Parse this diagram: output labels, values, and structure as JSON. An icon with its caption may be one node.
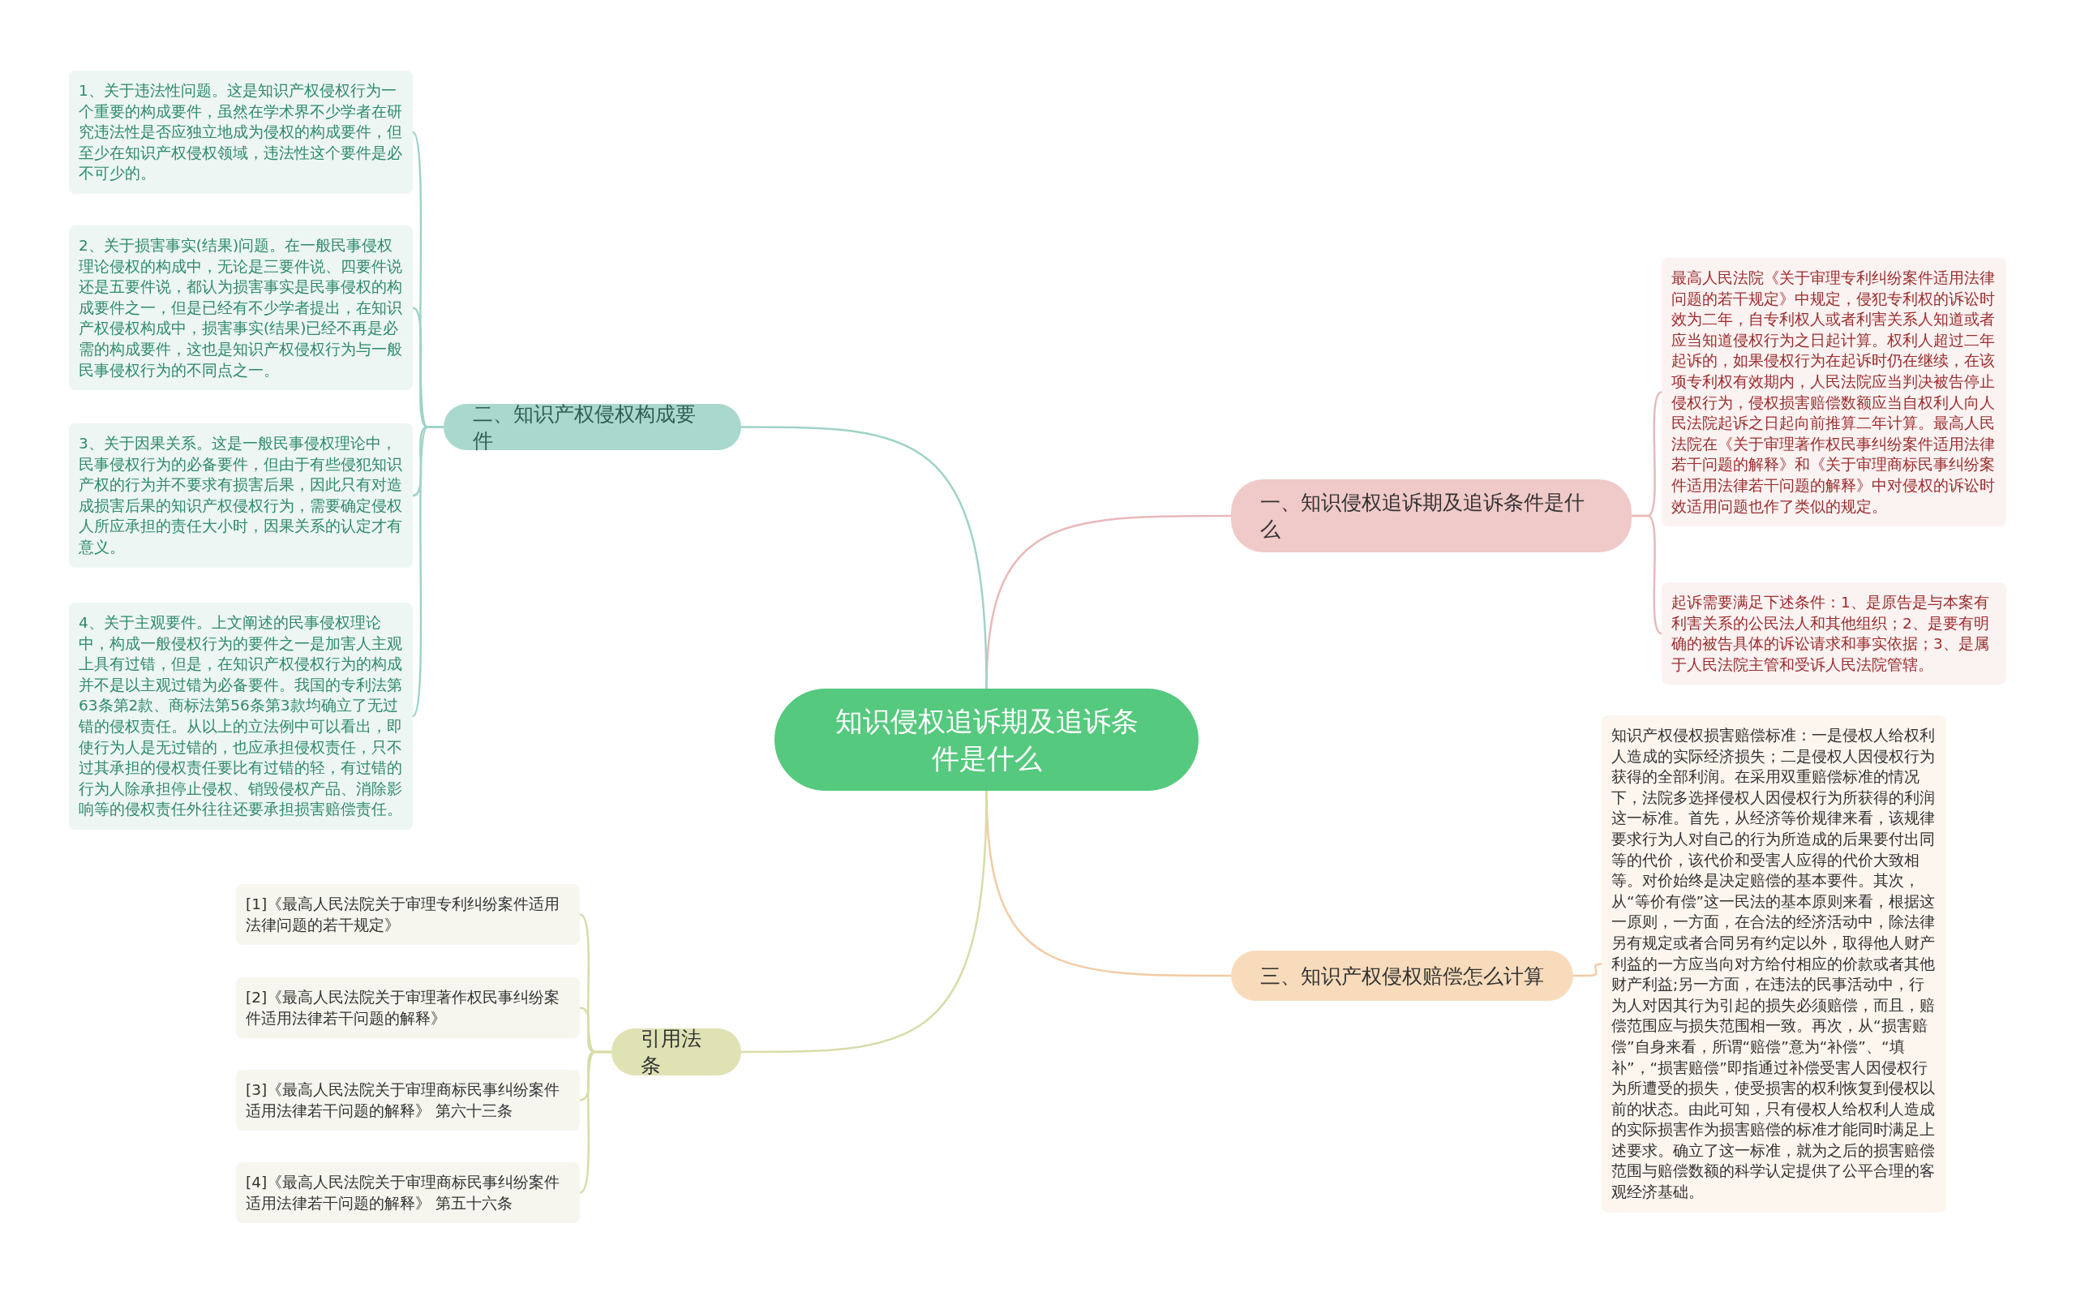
{
  "diagram": {
    "nodes": [
      {
        "text": [
          "知识侵权追诉期及追诉条件是什么"
        ]
      },
      {
        "text": [
          "一、知识侵权追诉期及追诉条件是什么"
        ]
      },
      {
        "text": [
          "最高人民法院《关于审理专利纠纷案件适用法律问题的若干规定》中规定，侵犯专利权的诉讼时效为二年，自专利权人或者利害关系人知道或者应当知道侵权行为之日起计算。权利人超过二年起诉的，如果侵权行为在起诉时仍在继续，在该项专利权有效期内，人民法院应当判决被告停止侵权行为，侵权损害赔偿数额应当自权利人向人民法院起诉之日起向前推算二年计算。最高人民法院在《关于审理著作权民事纠纷案件适用法律若干问题的解释》和《关于审理商标民事纠纷案件适用法律若干问题的解释》中对侵权的诉讼时效适用问题也作了类似的规定。"
        ]
      },
      {
        "text": [
          "起诉需要满足下述条件：1、是原告是与本案有利害关系的公民法人和其他组织；2、是要有明确的被告具体的诉讼请求和事实依据；3、是属于人民法院主管和受诉人民法院管辖。"
        ]
      },
      {
        "text": [
          "二、知识产权侵权构成要件"
        ]
      },
      {
        "text": [
          "1、关于违法性问题。这是知识产权侵权行为一个重要的构成要件，虽然在学术界不少学者在研究违法性是否应独立地成为侵权的构成要件，但至少在知识产权侵权领域，违法性这个要件是必不可少的。"
        ]
      },
      {
        "text": [
          "2、关于损害事实(结果)问题。在一般民事侵权理论侵权的构成中，无论是三要件说、四要件说还是五要件说，都认为损害事实是民事侵权的构成要件之一，但是已经有不少学者提出，在知识产权侵权构成中，损害事实(结果)已经不再是必需的构成要件，这也是知识产权侵权行为与一般民事侵权行为的不同点之一。"
        ]
      },
      {
        "text": [
          "3、关于因果关系。这是一般民事侵权理论中，民事侵权行为的必备要件，但由于有些侵犯知识产权的行为并不要求有损害后果，因此只有对造成损害后果的知识产权侵权行为，需要确定侵权人所应承担的责任大小时，因果关系的认定才有意义。"
        ]
      },
      {
        "text": [
          "4、关于主观要件。上文阐述的民事侵权理论中，构成一般侵权行为的要件之一是加害人主观上具有过错，但是，在知识产权侵权行为的构成并不是以主观过错为必备要件。我国的专利法第63条第2款、商标法第56条第3款均确立了无过错的侵权责任。从以上的立法例中可以看出，即使行为人是无过错的，也应承担侵权责任，只不过其承担的侵权责任要比有过错的轻，有过错的行为人除承担停止侵权、销毁侵权产品、消除影响等的侵权责任外往往还要承担损害赔偿责任。"
        ]
      },
      {
        "text": [
          "三、知识产权侵权赔偿怎么计算"
        ]
      },
      {
        "text": [
          "知识产权侵权损害赔偿标准：一是侵权人给权利人造成的实际经济损失；二是侵权人因侵权行为获得的全部利润。在采用双重赔偿标准的情况下，法院多选择侵权人因侵权行为所获得的利润这一标准。首先，从经济等价规律来看，该规律要求行为人对自己的行为所造成的后果要付出同等的代价，该代价和受害人应得的代价大致相等。对价始终是决定赔偿的基本要件。其次，从“等价有偿”这一民法的基本原则来看，根据这一原则，一方面，在合法的经济活动中，除法律另有规定或者合同另有约定以外，取得他人财产利益的一方应当向对方给付相应的价款或者其他财产利益;另一方面，在违法的民事活动中，行为人对因其行为引起的损失必须赔偿，而且，赔偿范围应与损失范围相一致。再次，从“损害赔偿”自身来看，所谓“赔偿”意为“补偿”、“填补”，“损害赔偿”即指通过补偿受害人因侵权行为所遭受的损失，使受损害的权利恢复到侵权以前的状态。由此可知，只有侵权人给权利人造成的实际损害作为损害赔偿的标准才能同时满足上述要求。确立了这一标准，就为之后的损害赔偿范围与赔偿数额的科学认定提供了公平合理的客观经济基础。"
        ]
      },
      {
        "text": [
          "引用法条"
        ]
      },
      {
        "text": [
          "[1]《最高人民法院关于审理专利纠纷案件适用法律问题的若干规定》"
        ]
      },
      {
        "text": [
          "[2]《最高人民法院关于审理著作权民事纠纷案件适用法律若干问题的解释》"
        ]
      },
      {
        "text": [
          "[3]《最高人民法院关于审理商标民事纠纷案件适用法律若干问题的解释》 第六十三条"
        ]
      },
      {
        "text": [
          "[4]《最高人民法院关于审理商标民事纠纷案件适用法律若干问题的解释》 第五十六条"
        ]
      }
    ],
    "edges": [
      {
        "from": 0,
        "to": 1,
        "arrow": "none",
        "color": "#e8b9b9"
      },
      {
        "from": 1,
        "to": 2,
        "arrow": "none",
        "color": "#e8b9b9"
      },
      {
        "from": 1,
        "to": 3,
        "arrow": "none",
        "color": "#e8b9b9"
      },
      {
        "from": 0,
        "to": 4,
        "arrow": "none",
        "color": "#9fd3c7"
      },
      {
        "from": 4,
        "to": 5,
        "arrow": "none",
        "color": "#9fd3c7"
      },
      {
        "from": 4,
        "to": 6,
        "arrow": "none",
        "color": "#9fd3c7"
      },
      {
        "from": 4,
        "to": 7,
        "arrow": "none",
        "color": "#9fd3c7"
      },
      {
        "from": 4,
        "to": 8,
        "arrow": "none",
        "color": "#9fd3c7"
      },
      {
        "from": 0,
        "to": 9,
        "arrow": "none",
        "color": "#f2cba4"
      },
      {
        "from": 9,
        "to": 10,
        "arrow": "none",
        "color": "#f2cba4"
      },
      {
        "from": 0,
        "to": 11,
        "arrow": "none",
        "color": "#d8dca8"
      },
      {
        "from": 11,
        "to": 12,
        "arrow": "none",
        "color": "#d8dca8"
      },
      {
        "from": 11,
        "to": 13,
        "arrow": "none",
        "color": "#d8dca8"
      },
      {
        "from": 11,
        "to": 14,
        "arrow": "none",
        "color": "#d8dca8"
      },
      {
        "from": 11,
        "to": 15,
        "arrow": "none",
        "color": "#d8dca8"
      }
    ]
  }
}
